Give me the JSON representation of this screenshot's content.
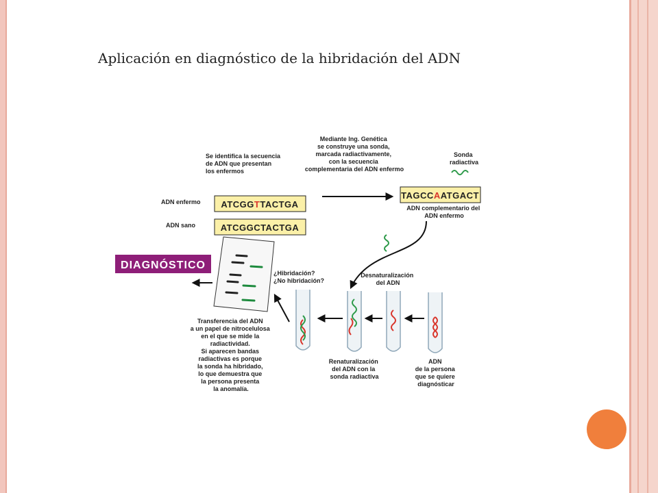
{
  "slide": {
    "title": "Aplicación en diagnóstico de la hibridación del ADN"
  },
  "figure": {
    "identify_text": [
      "Se identifica la secuencia",
      "de ADN que presentan",
      "los enfermos"
    ],
    "engineering_text": [
      "Mediante Ing. Genética",
      "se construye una sonda,",
      "marcada radiactivamente,",
      "con la secuencia",
      "complementaria del ADN enfermo"
    ],
    "probe_label": [
      "Sonda",
      "radiactiva"
    ],
    "label_enfermo": "ADN enfermo",
    "label_sano": "ADN sano",
    "seq_enfermo": {
      "pre": "ATCGG",
      "mut": "T",
      "post": "TACTGA"
    },
    "seq_sano": "ATCGGCTACTGA",
    "seq_complement": {
      "pre": "TAGCC",
      "mut": "A",
      "post": "ATGACT"
    },
    "complement_caption": [
      "ADN complementario del",
      "ADN enfermo"
    ],
    "diagnostico": "DIAGNÓSTICO",
    "hybrid_question": [
      "¿Hibridación?",
      "¿No hibridación?"
    ],
    "denat_label": [
      "Desnaturalización",
      "del ADN"
    ],
    "transfer_text": [
      "Transferencia del ADN",
      "a un papel de nitrocelulosa",
      "en el que se mide la",
      "radiactividad.",
      "Si aparecen bandas",
      "radiactivas es porque",
      "la sonda ha hibridado,",
      "lo que demuestra que",
      "la persona presenta",
      "la anomalía."
    ],
    "renat_text": [
      "Renaturalización",
      "del ADN con la",
      "sonda radiactiva"
    ],
    "patient_text": [
      "ADN",
      "de la persona",
      "que se quiere",
      "diagnósticar"
    ]
  },
  "colors": {
    "accent_frame": "#f2c6bd",
    "orange_dot": "#f07f3c",
    "seq_box": "#fbf0a8",
    "diag_purple": "#8e1e78",
    "dna_red": "#d9352b",
    "probe_green": "#2e9a4a",
    "band_green": "#1d8a3d"
  }
}
